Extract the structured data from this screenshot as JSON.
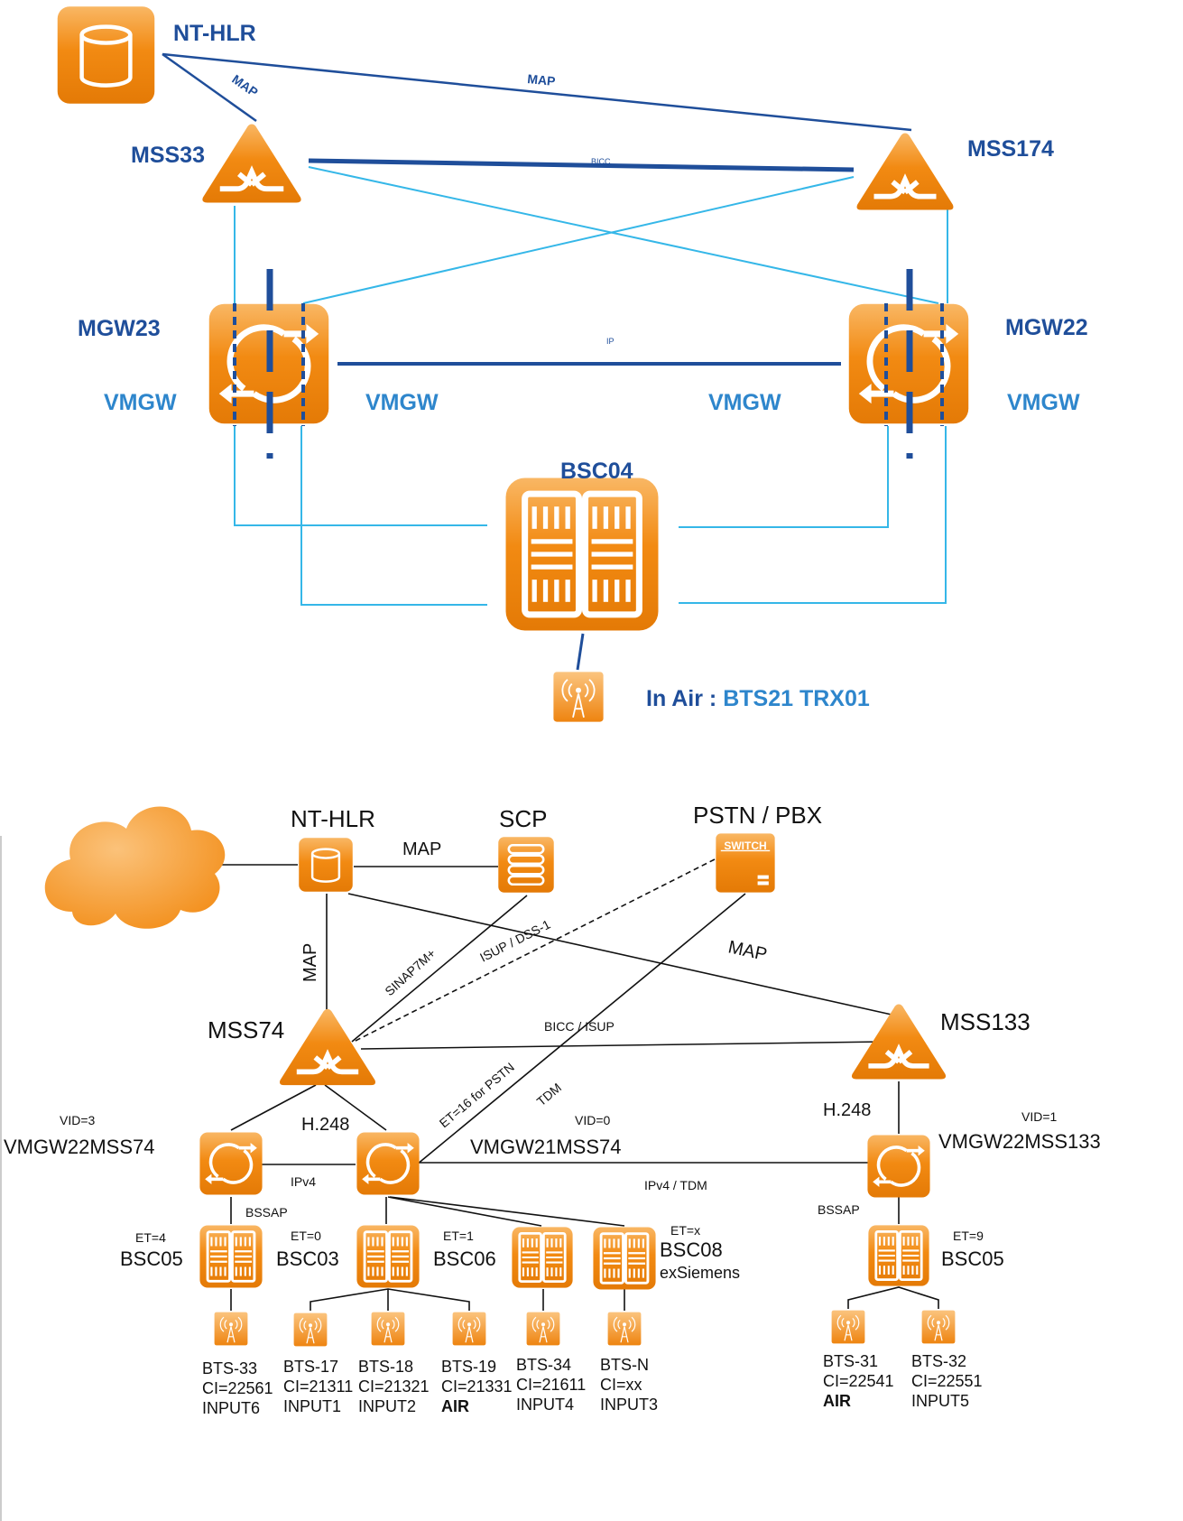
{
  "colors": {
    "orange": "#f28a12",
    "orange_light": "#f7b45a",
    "dark_blue": "#1f4e9a",
    "light_blue": "#35b7e8"
  },
  "icons": {
    "hlr": "database-icon",
    "mss": "switch-triangle-icon",
    "mgw": "media-gateway-icon",
    "bsc": "bsc-rack-icon",
    "bts": "antenna-icon",
    "scp": "server-stack-icon",
    "pstn": "switch-box-icon",
    "cloud": "cloud-icon"
  },
  "top": {
    "hlr_label": "NT-HLR",
    "mss_left_label": "MSS33",
    "mss_right_label": "MSS174",
    "mgw_left_label": "MGW23",
    "mgw_right_label": "MGW22",
    "vmgw_1": "VMGW",
    "vmgw_2": "VMGW",
    "vmgw_3": "VMGW",
    "vmgw_4": "VMGW",
    "bsc_label": "BSC04",
    "link_map_1": "MAP",
    "link_map_2": "MAP",
    "link_bicc": "BICC",
    "link_ip": "IP",
    "in_air_prefix": "In Air : ",
    "in_air_value": "BTS21 TRX01"
  },
  "bottom": {
    "hlr_label": "NT-HLR",
    "scp_label": "SCP",
    "pstn_label": "PSTN / PBX",
    "pstn_icon_text": "SWITCH",
    "mss_left_label": "MSS74",
    "mss_right_label": "MSS133",
    "link_map_h": "MAP",
    "link_map_v": "MAP",
    "link_map_diag": "MAP",
    "link_sinap": "SINAP7M+",
    "link_isup": "ISUP / DSS-1",
    "link_bicc": "BICC / ISUP",
    "link_tdm": "TDM",
    "link_et16": "ET=16 for PSTN",
    "link_h248_left": "H.248",
    "link_h248_right": "H.248",
    "link_ipv4": "IPv4",
    "link_ipv4_tdm": "IPv4 / TDM",
    "link_bssap_left": "BSSAP",
    "link_bssap_right": "BSSAP",
    "vmgw_a_vid": "VID=3",
    "vmgw_a_label": "VMGW22MSS74",
    "vmgw_b_vid": "VID=0",
    "vmgw_b_label": "VMGW21MSS74",
    "vmgw_c_vid": "VID=1",
    "vmgw_c_label": "VMGW22MSS133",
    "bscs": [
      {
        "et": "ET=4",
        "label": "BSC05",
        "sub": ""
      },
      {
        "et": "ET=0",
        "label": "BSC03",
        "sub": ""
      },
      {
        "et": "ET=1",
        "label": "BSC06",
        "sub": ""
      },
      {
        "et": "ET=x",
        "label": "BSC08",
        "sub": "exSiemens"
      },
      {
        "et": "ET=9",
        "label": "BSC05",
        "sub": ""
      }
    ],
    "bts": [
      {
        "name": "BTS-33",
        "ci": "CI=22561",
        "input": "INPUT6"
      },
      {
        "name": "BTS-17",
        "ci": "CI=21311",
        "input": "INPUT1"
      },
      {
        "name": "BTS-18",
        "ci": "CI=21321",
        "input": "INPUT2"
      },
      {
        "name": "BTS-19",
        "ci": "CI=21331",
        "input": "AIR"
      },
      {
        "name": "BTS-34",
        "ci": "CI=21611",
        "input": "INPUT4"
      },
      {
        "name": "BTS-N",
        "ci": "CI=xx",
        "input": "INPUT3"
      },
      {
        "name": "BTS-31",
        "ci": "CI=22541",
        "input": "AIR"
      },
      {
        "name": "BTS-32",
        "ci": "CI=22551",
        "input": "INPUT5"
      }
    ]
  }
}
